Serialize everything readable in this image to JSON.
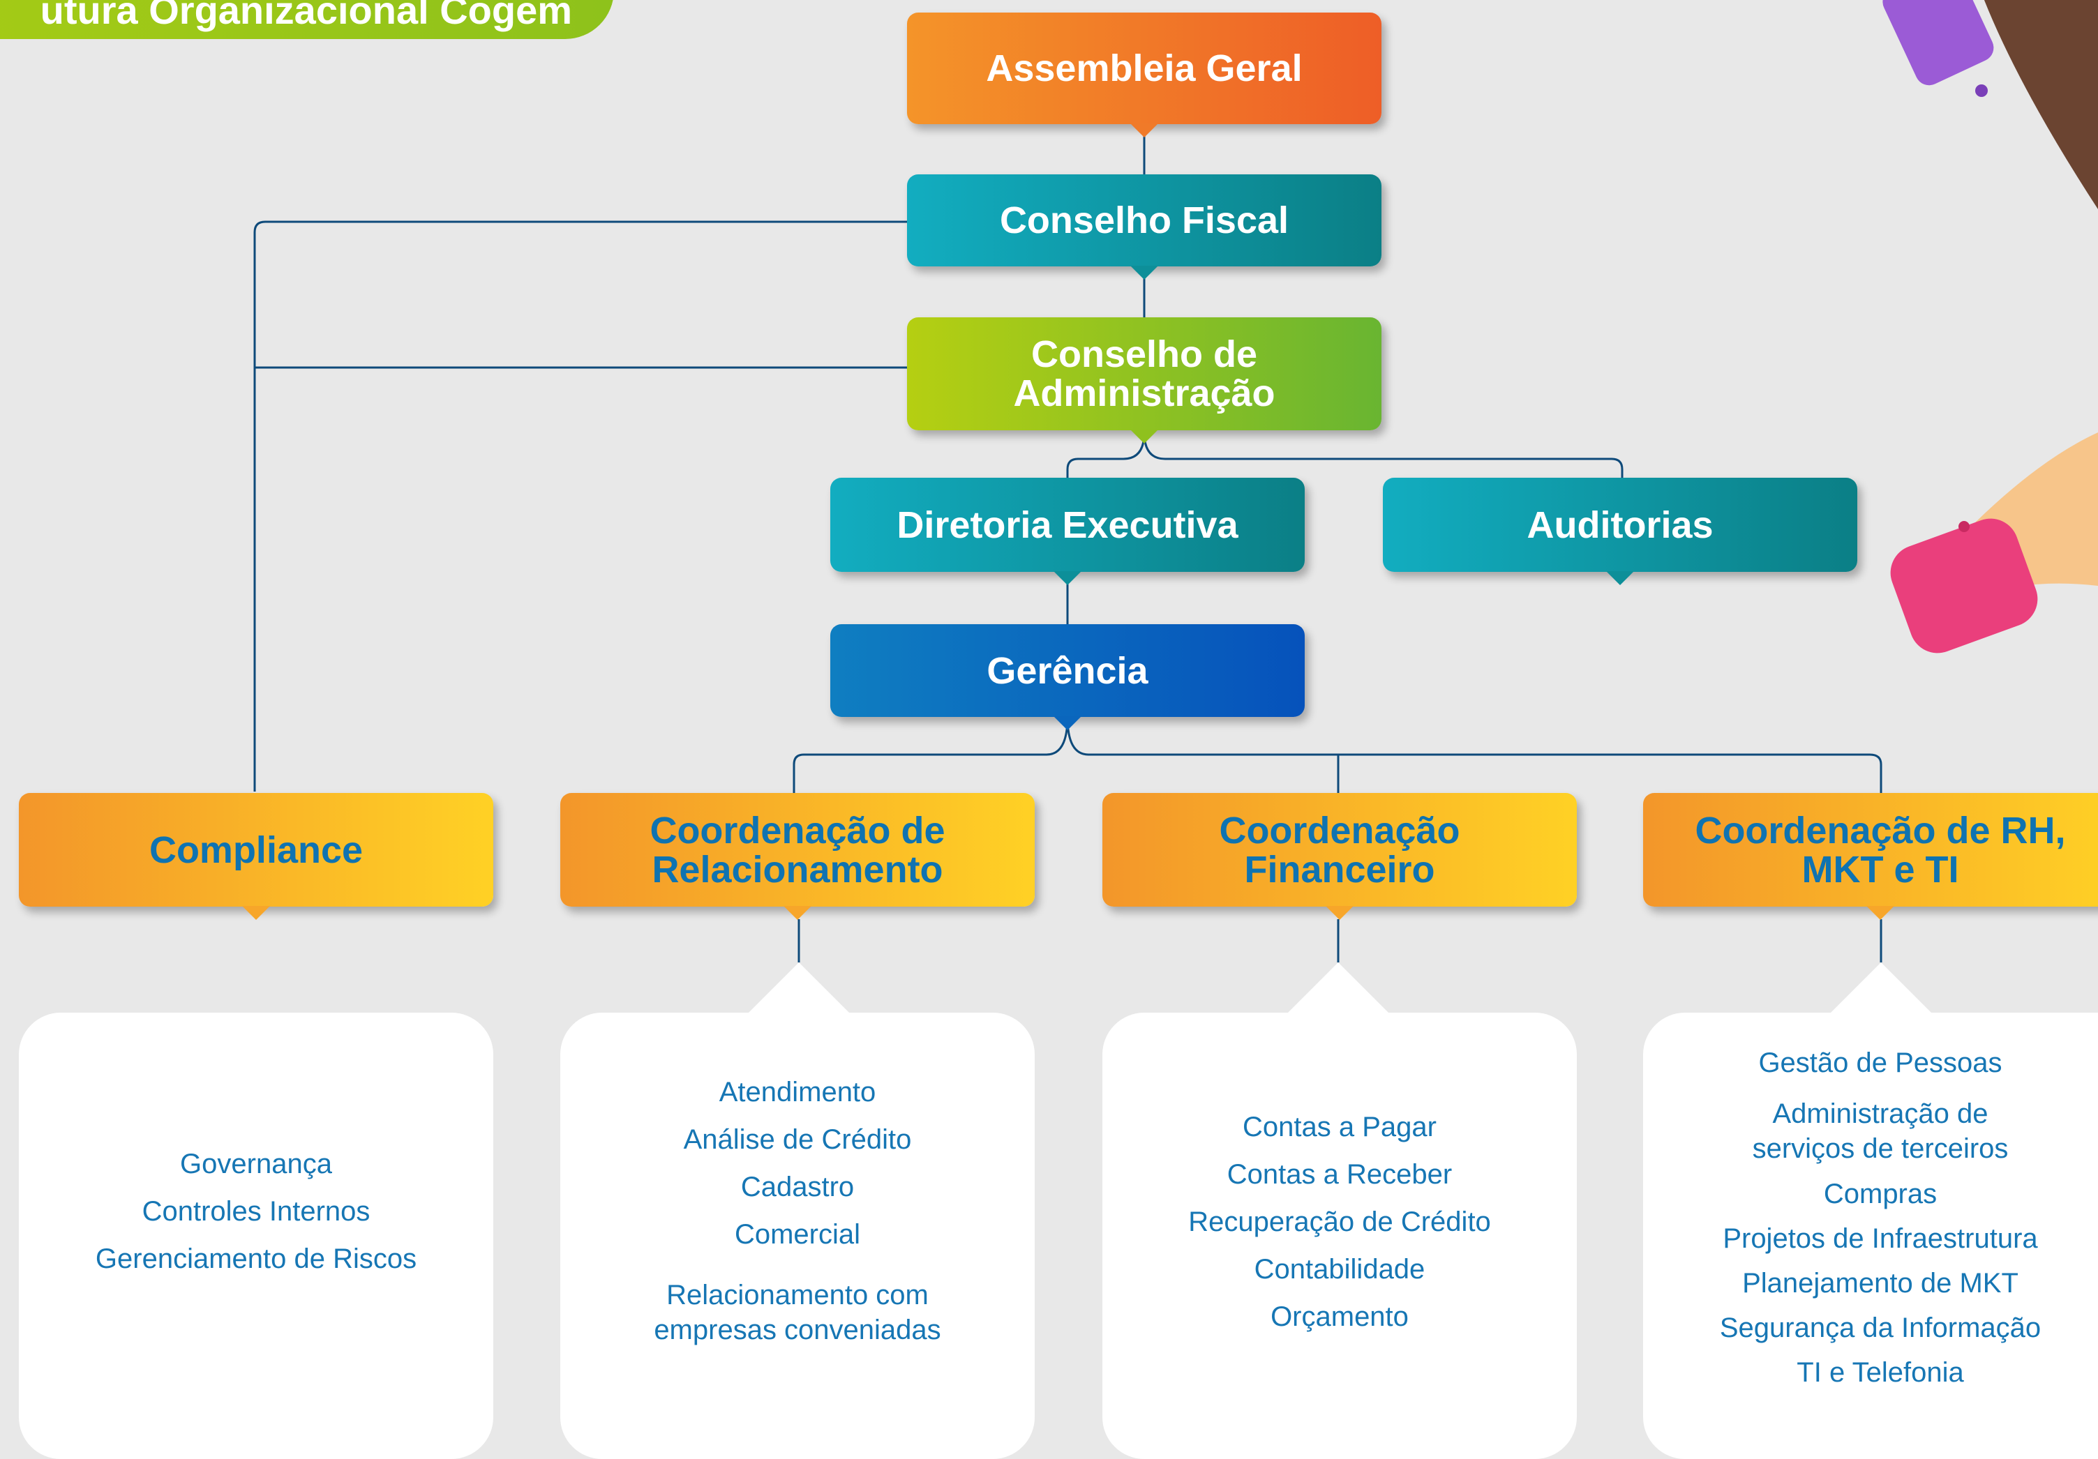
{
  "banner_title": "utura Organizacional Cogem",
  "boxes": {
    "assembleia": [
      "Assembleia Geral"
    ],
    "conselho_fiscal": [
      "Conselho Fiscal"
    ],
    "conselho_admin": [
      "Conselho de",
      "Administração"
    ],
    "diretoria": [
      "Diretoria Executiva"
    ],
    "auditorias": [
      "Auditorias"
    ],
    "gerencia": [
      "Gerência"
    ],
    "compliance": [
      "Compliance"
    ],
    "relacionamento": [
      "Coordenação de",
      "Relacionamento"
    ],
    "financeiro": [
      "Coordenação",
      "Financeiro"
    ],
    "rh": [
      "Coordenação de RH,",
      "MKT e TI"
    ]
  },
  "cards": {
    "compliance": [
      "Governança",
      "Controles Internos",
      "Gerenciamento de Riscos"
    ],
    "relacionamento": [
      "Atendimento",
      "Análise de Crédito",
      "Cadastro",
      "Comercial",
      "Relacionamento com empresas conveniadas"
    ],
    "financeiro": [
      "Contas a Pagar",
      "Contas a Receber",
      "Recuperação de Crédito",
      "Contabilidade",
      "Orçamento"
    ],
    "rh": [
      "Gestão de Pessoas",
      "Administração de serviços de terceiros",
      "Compras",
      "Projetos de Infraestrutura",
      "Planejamento de MKT",
      "Segurança da Informação",
      "TI e Telefonia"
    ]
  },
  "colors": {
    "line": "#0e4a7a",
    "text_blue": "#0f73b1",
    "background": "#e8e8e8"
  }
}
